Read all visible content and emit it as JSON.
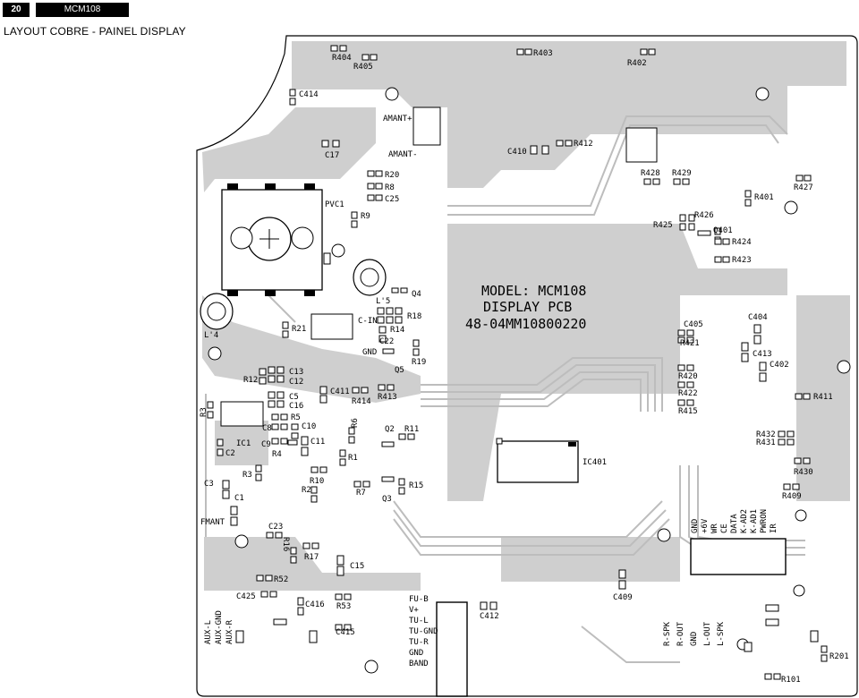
{
  "header": {
    "page_number": "20",
    "model": "MCM108"
  },
  "title": "LAYOUT  COBRE - PAINEL DISPLAY",
  "board": {
    "model_line": "MODEL: MCM108",
    "pcb_line": "DISPLAY PCB",
    "code_line": "48-04MM10800220"
  },
  "labels": {
    "R404": "R404",
    "R405": "R405",
    "R403": "R403",
    "R402": "R402",
    "C414": "C414",
    "AMANT_P": "AMANT+",
    "AMANT_M": "AMANT-",
    "C17": "C17",
    "C410": "C410",
    "R412": "R412",
    "R20": "R20",
    "R8": "R8",
    "C25": "C25",
    "PVC1": "PVC1",
    "R9": "R9",
    "R428": "R428",
    "R429": "R429",
    "R401": "R401",
    "R427": "R427",
    "R425": "R425",
    "R426": "R426",
    "Q401": "Q401",
    "R424": "R424",
    "R423": "R423",
    "L5": "L'5",
    "Q4": "Q4",
    "L4": "L'4",
    "R21": "R21",
    "CIN": "C-IN",
    "R18": "R18",
    "R14": "R14",
    "C22": "C22",
    "GND": "GND",
    "R19": "R19",
    "Q5": "Q5",
    "C405": "C405",
    "C404": "C404",
    "R421": "R421",
    "C413": "C413",
    "C402": "C402",
    "R420": "R420",
    "R422": "R422",
    "R415": "R415",
    "R411": "R411",
    "R12": "R12",
    "C13": "C13",
    "C12": "C12",
    "C5": "C5",
    "C16": "C16",
    "C411": "C411",
    "R414": "R414",
    "R413": "R413",
    "R3": "R3",
    "R5": "R5",
    "C8": "C8",
    "C10": "C10",
    "R6": "R6",
    "Q2": "Q2",
    "R11": "R11",
    "IC1": "IC1",
    "C9": "C9",
    "C11": "C11",
    "C2": "C2",
    "R4": "R4",
    "R1": "R1",
    "R432": "R432",
    "R431": "R431",
    "IC401": "IC401",
    "R430": "R430",
    "R3b": "R3",
    "C3": "C3",
    "R10": "R10",
    "R2": "R2",
    "R7": "R7",
    "Q3": "Q3",
    "R15": "R15",
    "C1": "C1",
    "R409": "R409",
    "FMANT": "FMANT",
    "C23": "C23",
    "R16": "R16",
    "R17": "R17",
    "C15": "C15",
    "R52": "R52",
    "C425": "C425",
    "C416": "C416",
    "R53": "R53",
    "C409": "C409",
    "C412": "C412",
    "C415": "C415",
    "R201": "R201",
    "R101": "R101"
  },
  "connector_top": [
    "GND",
    "+6V",
    "WR",
    "CE",
    "DATA",
    "K-AD2",
    "K-AD1",
    "PWRON",
    "IR"
  ],
  "connector_left": [
    "AUX-L",
    "AUX-GND",
    "AUX-R"
  ],
  "connector_mid": [
    "FU-B",
    "V+",
    "TU-L",
    "TU-GND",
    "TU-R",
    "GND",
    "BAND"
  ],
  "connector_bottom": [
    "R-SPK",
    "R-OUT",
    "GND",
    "L-OUT",
    "L-SPK"
  ]
}
